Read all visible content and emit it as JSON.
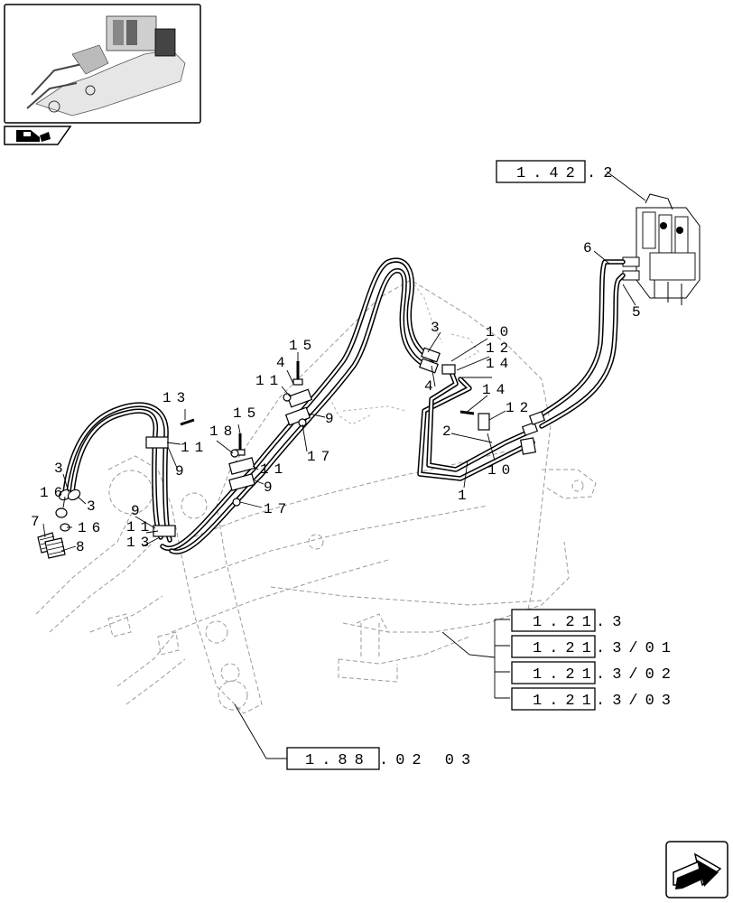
{
  "callouts": {
    "c1": "1",
    "c2": "2",
    "c3a": "3",
    "c3b": "3",
    "c3c": "3",
    "c4a": "4",
    "c4b": "4",
    "c5": "5",
    "c6": "6",
    "c7": "7",
    "c8": "8",
    "c9a": "9",
    "c9b": "9",
    "c9c": "9",
    "c9d": "9",
    "c10a": "10",
    "c10b": "10",
    "c11a": "11",
    "c11b": "11",
    "c11c": "11",
    "c11d": "11",
    "c12a": "12",
    "c12b": "12",
    "c13a": "13",
    "c13b": "13",
    "c14a": "14",
    "c14b": "14",
    "c15a": "15",
    "c15b": "15",
    "c16a": "16",
    "c16b": "16",
    "c17a": "17",
    "c17b": "17",
    "c18": "18"
  },
  "refs": {
    "valve": {
      "boxed": "1.42",
      "suffix": ".2"
    },
    "frame": [
      {
        "boxed": "1.21",
        "suffix": ".3"
      },
      {
        "boxed": "1.21",
        "suffix": ".3/01"
      },
      {
        "boxed": "1.21",
        "suffix": ".3/02"
      },
      {
        "boxed": "1.21",
        "suffix": ".3/03"
      }
    ],
    "boom": {
      "boxed": "1.88",
      "suffix": ".02 03"
    }
  },
  "icons": {
    "thumbnail": "machine-overview-thumbnail",
    "nav_tab": "loader-nav-icon",
    "next_page": "next-page-arrow-icon"
  },
  "colors": {
    "ink": "#000000",
    "ghost": "#9a9a9a",
    "paper": "#ffffff"
  }
}
